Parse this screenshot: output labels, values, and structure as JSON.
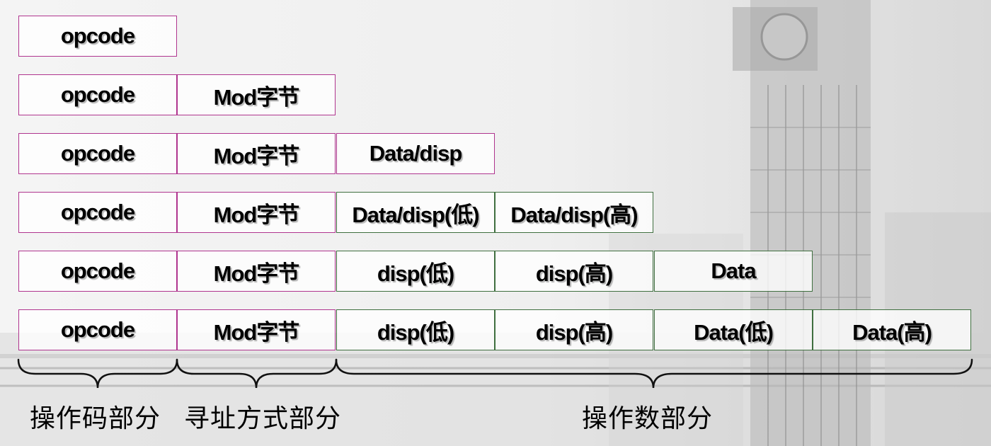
{
  "rows": [
    [
      {
        "text": "opcode",
        "border": "magenta"
      }
    ],
    [
      {
        "text": "opcode",
        "border": "magenta"
      },
      {
        "text": "Mod字节",
        "border": "magenta"
      }
    ],
    [
      {
        "text": "opcode",
        "border": "magenta"
      },
      {
        "text": "Mod字节",
        "border": "magenta"
      },
      {
        "text": "Data/disp",
        "border": "magenta"
      }
    ],
    [
      {
        "text": "opcode",
        "border": "magenta"
      },
      {
        "text": "Mod字节",
        "border": "magenta"
      },
      {
        "text": "Data/disp(低)",
        "border": "green"
      },
      {
        "text": "Data/disp(高)",
        "border": "green"
      }
    ],
    [
      {
        "text": "opcode",
        "border": "magenta"
      },
      {
        "text": "Mod字节",
        "border": "magenta"
      },
      {
        "text": "disp(低)",
        "border": "green"
      },
      {
        "text": "disp(高)",
        "border": "green"
      },
      {
        "text": "Data",
        "border": "green"
      }
    ],
    [
      {
        "text": "opcode",
        "border": "magenta"
      },
      {
        "text": "Mod字节",
        "border": "magenta"
      },
      {
        "text": "disp(低)",
        "border": "green"
      },
      {
        "text": "disp(高)",
        "border": "green"
      },
      {
        "text": "Data(低)",
        "border": "green"
      },
      {
        "text": "Data(高)",
        "border": "green"
      }
    ]
  ],
  "parts": {
    "opcode_part": "操作码部分",
    "addressing_part": "寻址方式部分",
    "operand_part": "操作数部分"
  },
  "colors": {
    "magenta_border": "#b0358f",
    "green_border": "#3f6f3f"
  }
}
